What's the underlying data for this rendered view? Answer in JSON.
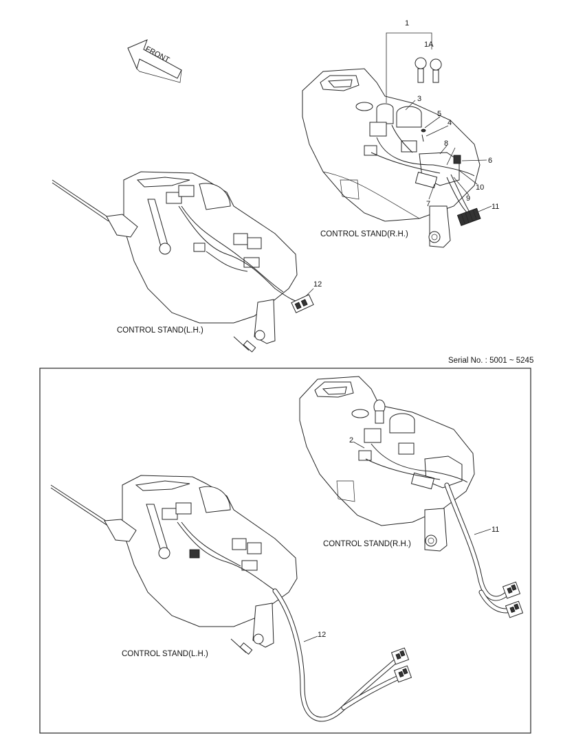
{
  "front_label": "FRONT",
  "serial_text": "Serial No. : 5001 ~ 5245",
  "top": {
    "caption_rh": "CONTROL STAND(R.H.)",
    "caption_lh": "CONTROL STAND(L.H.)",
    "labels": {
      "n1": "1",
      "n1a": "1A",
      "n3": "3",
      "n4": "4",
      "n5": "5",
      "n6": "6",
      "n7": "7",
      "n8": "8",
      "n9": "9",
      "n10": "10",
      "n11": "11",
      "n12": "12"
    }
  },
  "bottom": {
    "caption_rh": "CONTROL STAND(R.H.)",
    "caption_lh": "CONTROL STAND(L.H.)",
    "labels": {
      "n2": "2",
      "n11": "11",
      "n12": "12"
    }
  }
}
